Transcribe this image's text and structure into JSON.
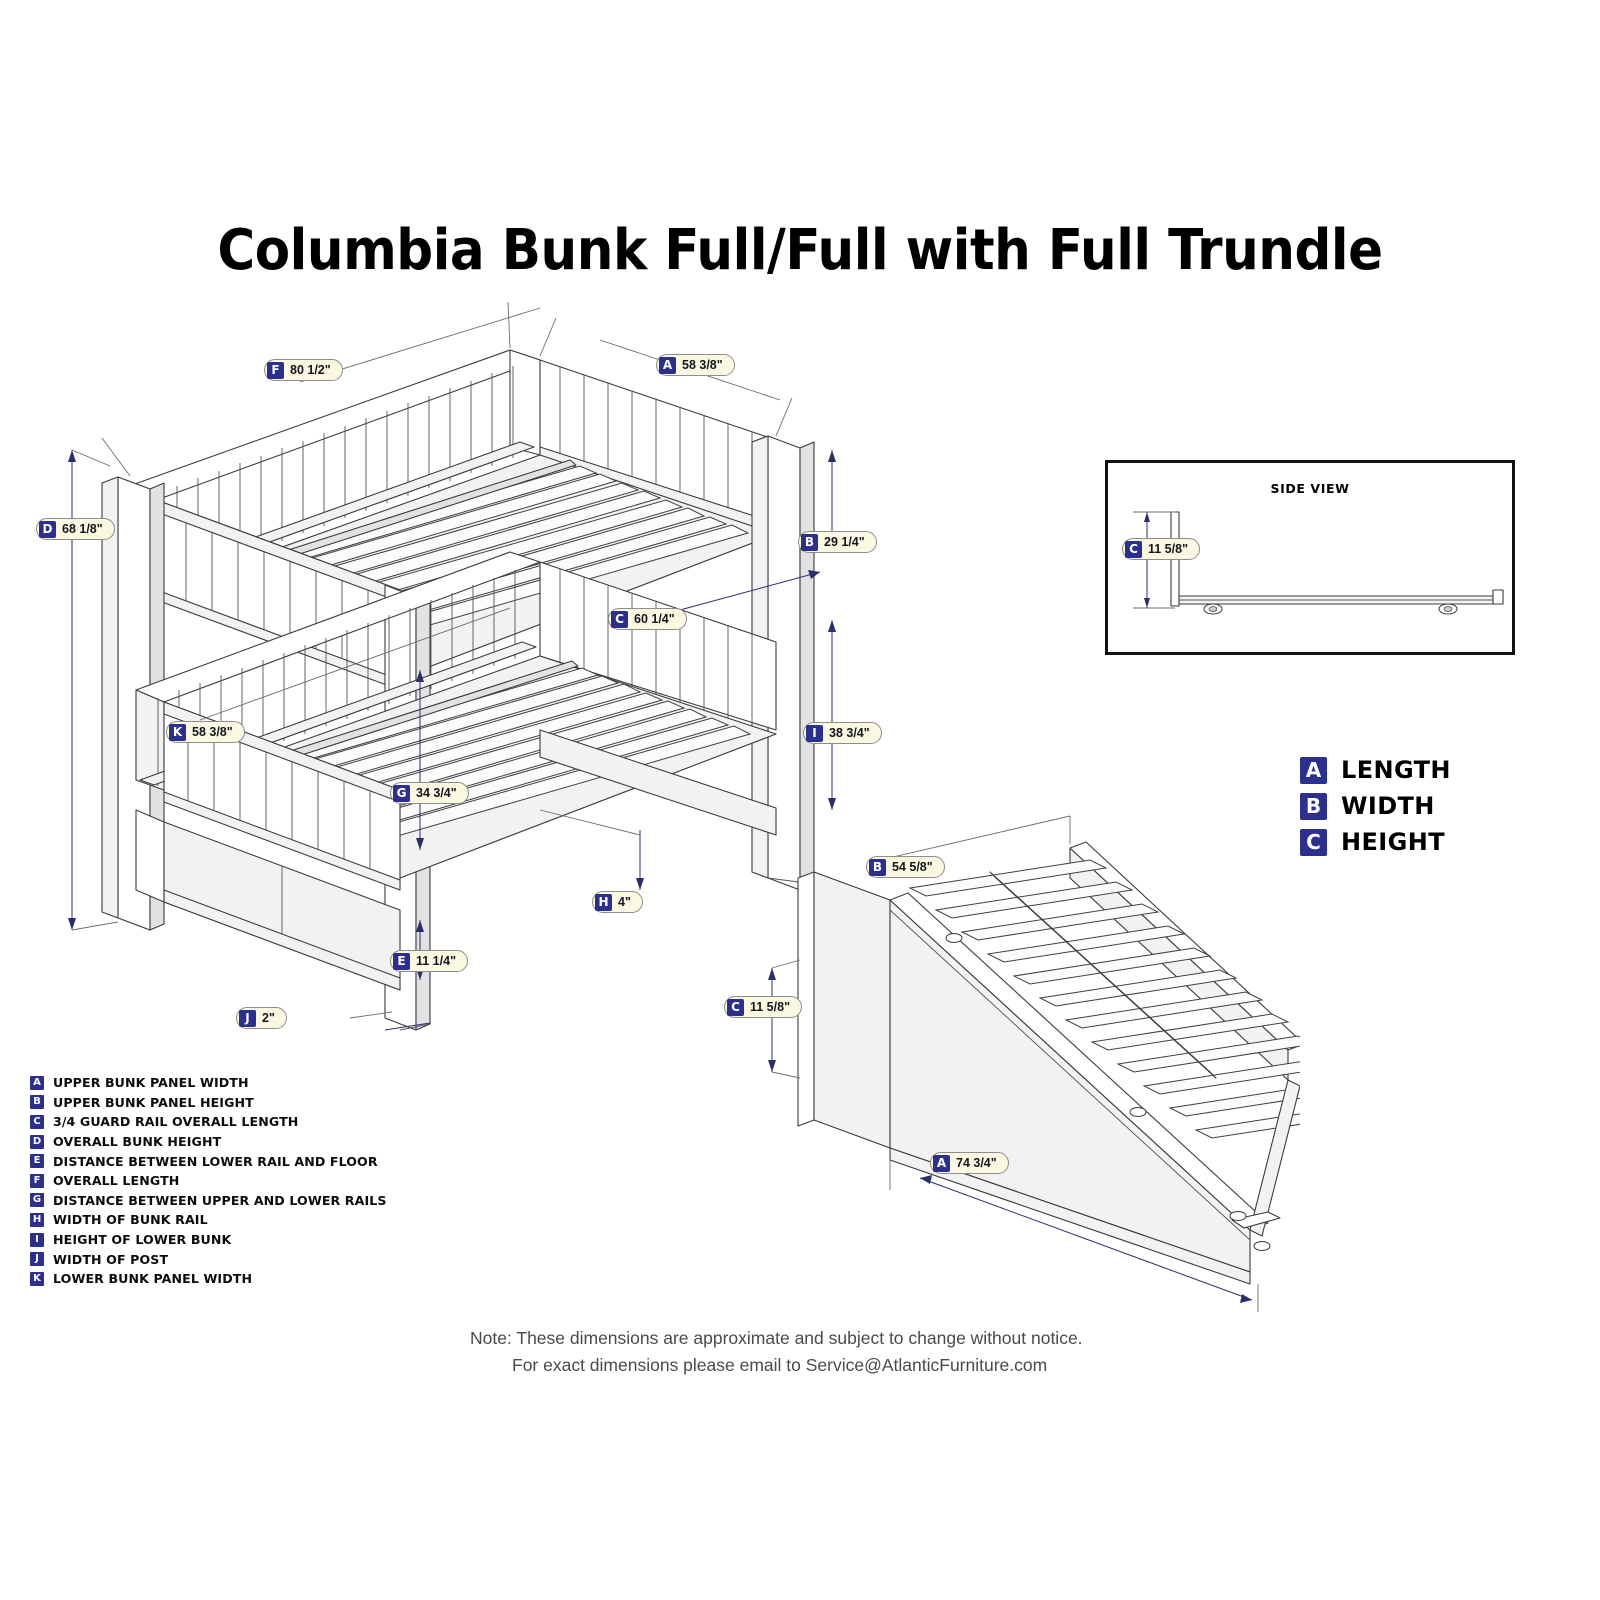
{
  "page": {
    "title": "Columbia Bunk Full/Full with Full Trundle"
  },
  "side_view": {
    "title": "SIDE VIEW",
    "callout": {
      "tag": "C",
      "value": "11 5/8\""
    }
  },
  "abc_key": [
    {
      "tag": "A",
      "label": "LENGTH"
    },
    {
      "tag": "B",
      "label": "WIDTH"
    },
    {
      "tag": "C",
      "label": "HEIGHT"
    }
  ],
  "bunk_callouts": [
    {
      "tag": "F",
      "value": "80 1/2\""
    },
    {
      "tag": "A",
      "value": "58 3/8\""
    },
    {
      "tag": "D",
      "value": "68 1/8\""
    },
    {
      "tag": "B",
      "value": "29 1/4\""
    },
    {
      "tag": "C",
      "value": "60 1/4\""
    },
    {
      "tag": "K",
      "value": "58 3/8\""
    },
    {
      "tag": "I",
      "value": "38 3/4\""
    },
    {
      "tag": "G",
      "value": "34 3/4\""
    },
    {
      "tag": "H",
      "value": "4\""
    },
    {
      "tag": "E",
      "value": "11 1/4\""
    },
    {
      "tag": "J",
      "value": "2\""
    }
  ],
  "trundle_callouts": [
    {
      "tag": "B",
      "value": "54 5/8\""
    },
    {
      "tag": "C",
      "value": "11 5/8\""
    },
    {
      "tag": "A",
      "value": "74 3/4\""
    }
  ],
  "legend": [
    {
      "tag": "A",
      "label": "UPPER BUNK PANEL WIDTH"
    },
    {
      "tag": "B",
      "label": "UPPER BUNK PANEL HEIGHT"
    },
    {
      "tag": "C",
      "label": "3/4 GUARD RAIL OVERALL LENGTH"
    },
    {
      "tag": "D",
      "label": "OVERALL BUNK HEIGHT"
    },
    {
      "tag": "E",
      "label": "DISTANCE BETWEEN LOWER RAIL AND FLOOR"
    },
    {
      "tag": "F",
      "label": "OVERALL LENGTH"
    },
    {
      "tag": "G",
      "label": "DISTANCE BETWEEN UPPER AND LOWER RAILS"
    },
    {
      "tag": "H",
      "label": "WIDTH OF BUNK RAIL"
    },
    {
      "tag": "I",
      "label": "HEIGHT OF LOWER BUNK"
    },
    {
      "tag": "J",
      "label": "WIDTH OF POST"
    },
    {
      "tag": "K",
      "label": "LOWER BUNK PANEL WIDTH"
    }
  ],
  "note": {
    "line1": "Note:  These dimensions are approximate and subject to change without notice.",
    "line2": "For exact dimensions please email to Service@AtlanticFurniture.com"
  },
  "colors": {
    "tag_blue": "#2b2f8f",
    "callout_bg": "#fbf8e2",
    "line": "#3b3b3b"
  }
}
